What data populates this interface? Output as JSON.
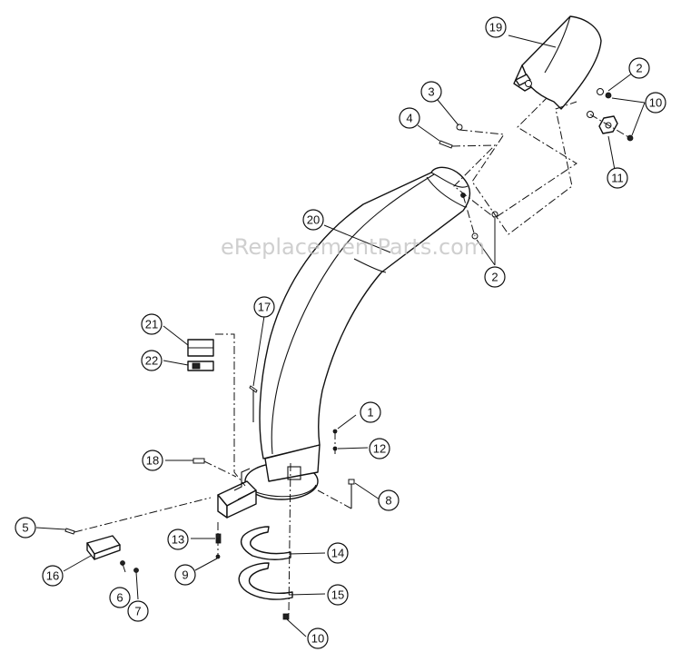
{
  "watermark": "eReplacementParts.com",
  "callouts": [
    {
      "id": "c1",
      "label": "1"
    },
    {
      "id": "c2a",
      "label": "2"
    },
    {
      "id": "c2b",
      "label": "2"
    },
    {
      "id": "c3",
      "label": "3"
    },
    {
      "id": "c4",
      "label": "4"
    },
    {
      "id": "c5",
      "label": "5"
    },
    {
      "id": "c6",
      "label": "6"
    },
    {
      "id": "c7",
      "label": "7"
    },
    {
      "id": "c8",
      "label": "8"
    },
    {
      "id": "c9",
      "label": "9"
    },
    {
      "id": "c10a",
      "label": "10"
    },
    {
      "id": "c10b",
      "label": "10"
    },
    {
      "id": "c11",
      "label": "11"
    },
    {
      "id": "c12",
      "label": "12"
    },
    {
      "id": "c13",
      "label": "13"
    },
    {
      "id": "c14",
      "label": "14"
    },
    {
      "id": "c15",
      "label": "15"
    },
    {
      "id": "c16",
      "label": "16"
    },
    {
      "id": "c17",
      "label": "17"
    },
    {
      "id": "c18",
      "label": "18"
    },
    {
      "id": "c19",
      "label": "19"
    },
    {
      "id": "c20",
      "label": "20"
    },
    {
      "id": "c21",
      "label": "21"
    },
    {
      "id": "c22",
      "label": "22"
    }
  ]
}
